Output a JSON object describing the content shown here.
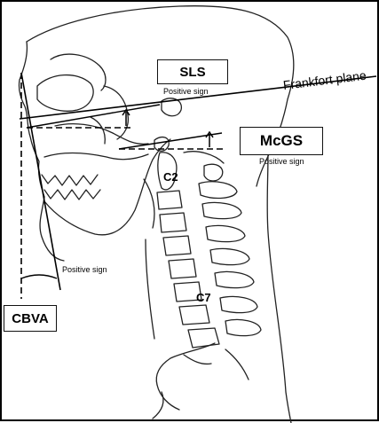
{
  "labels": {
    "sls": "SLS",
    "sls_sign": "Positive sign",
    "mcgs": "McGS",
    "mcgs_sign": "Positive sign",
    "cbva": "CBVA",
    "cbva_sign": "Positive sign",
    "frankfort": "Frankfort plane",
    "c2": "C2",
    "c7": "C7"
  }
}
